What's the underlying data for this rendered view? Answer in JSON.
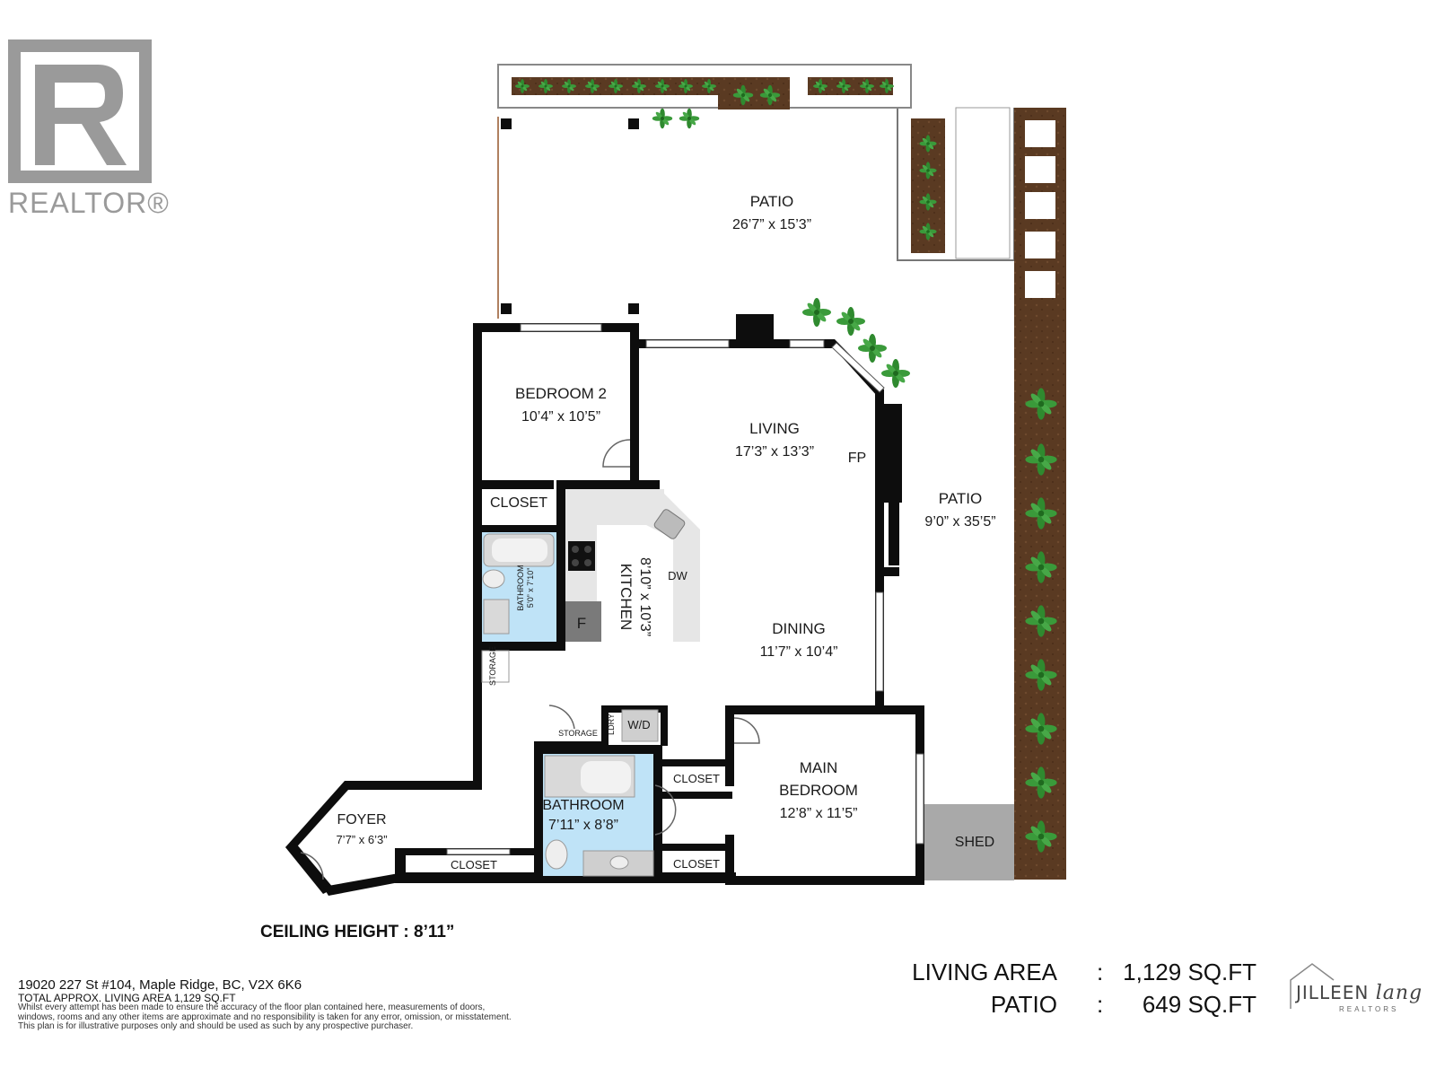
{
  "branding": {
    "realtor_logo_text": "REALTOR®",
    "agent_name": "JILLEEN",
    "agent_name_script": "lang",
    "agent_tagline": "REALTORS"
  },
  "rooms": [
    {
      "id": "patio-top",
      "name": "PATIO",
      "dim": "26’7” x 15’3”"
    },
    {
      "id": "bedroom-2",
      "name": "BEDROOM 2",
      "dim": "10’4” x 10’5”"
    },
    {
      "id": "living",
      "name": "LIVING",
      "dim": "17’3” x 13’3”"
    },
    {
      "id": "patio-side",
      "name": "PATIO",
      "dim": "9’0” x 35’5”"
    },
    {
      "id": "kitchen",
      "name": "KITCHEN",
      "dim": "8’10” x 10’3”"
    },
    {
      "id": "dining",
      "name": "DINING",
      "dim": "11’7” x 10’4”"
    },
    {
      "id": "bathroom-small",
      "name": "BATHROOM",
      "dim": "5’0” x 7’10”"
    },
    {
      "id": "main-bedroom",
      "name_line1": "MAIN",
      "name_line2": "BEDROOM",
      "dim": "12’8” x 11’5”"
    },
    {
      "id": "bathroom-main",
      "name": "BATHROOM",
      "dim": "7’11” x 8’8”"
    },
    {
      "id": "foyer",
      "name": "FOYER",
      "dim": "7’7” x 6’3”"
    }
  ],
  "labels": {
    "fp": "FP",
    "dw": "DW",
    "fridge": "F",
    "closet": "CLOSET",
    "storage": "STORAGE",
    "storage_small": "STORAGE",
    "ldry": "LDRY",
    "wd": "W/D",
    "shed": "SHED"
  },
  "ceiling_height": "CEILING HEIGHT : 8’11”",
  "address": "19020 227 St #104, Maple Ridge, BC, V2X 6K6",
  "total_area_note": "TOTAL APPROX. LIVING AREA 1,129 SQ.FT",
  "disclaimer_lines": [
    "Whilst every attempt has been made to ensure the accuracy of the floor plan contained here, measurements of doors,",
    "windows, rooms and any other items are approximate and no responsibility is taken for any error, omission, or misstatement.",
    "This plan is for illustrative purposes only and should be used as such by any prospective purchaser."
  ],
  "areas": [
    {
      "name": "LIVING AREA",
      "value": "1,129 SQ.FT"
    },
    {
      "name": "PATIO",
      "value": "649 SQ.FT"
    }
  ],
  "colors": {
    "wall": "#0d0d0d",
    "bath_tile": "#bfe3f7",
    "planter_soil": "#5a3a22",
    "plant_green": "#2f8a2f",
    "shed_gray": "#a9a9a9",
    "logo_gray": "#9a9a9a"
  }
}
